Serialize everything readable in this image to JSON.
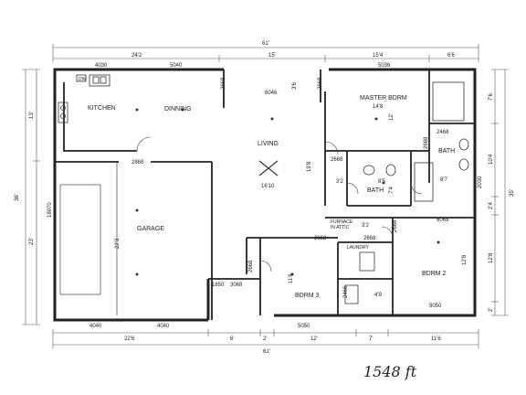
{
  "rooms": {
    "kitchen": "KITCHEN",
    "dinning": "DINNING",
    "living": "LIVING",
    "master": "MASTER BDRM",
    "master_size": "14'8",
    "bath1": "BATH",
    "bath2": "BATH",
    "garage": "GARAGE",
    "bdrm2": "BDRM 2",
    "bdrm3": "BDRM 3",
    "laundry": "LAUNDRY",
    "furnace_a": "FURNACE",
    "furnace_b": "IN ATTIC",
    "dw": "DW"
  },
  "dims": {
    "top_total": "61'",
    "top_left": "24'2",
    "top_mid": "15'",
    "top_right1": "15'4",
    "top_right2": "6'6",
    "win_4030": "4030",
    "win_5040": "5040",
    "win_6046": "6046",
    "win_5036": "5036",
    "door_2668_a": "2668",
    "h_3_6": "3'6",
    "door_2668_b": "2668",
    "m_12": "12'",
    "door_2468": "2468",
    "door_2668_c": "2668",
    "bath_8_7": "8'7",
    "door_2868": "2868",
    "liv_19_8": "19'8",
    "liv_16_10": "16'10",
    "door_2668_d": "2668",
    "b_3_2a": "3'2",
    "b_8_5": "8'5",
    "b_7_4": "7'4",
    "b_3_2b": "3'2",
    "door_2668_e": "2668",
    "door_2668_f": "2668",
    "door_2668_g": "2668",
    "win_6068": "6068",
    "gar_22_3": "22'3",
    "gar_18070": "18070",
    "door_2668_h": "2668",
    "b3_11_6": "11'6",
    "b2_12_8": "12'8",
    "n_4_9": "4'9",
    "d_2466": "2466",
    "win_1850": "1850",
    "win_3068": "3068",
    "win_5050_a": "5050",
    "win_5050_b": "5050",
    "win_4040_a": "4040",
    "win_4040_b": "4040",
    "bot_total": "61'",
    "bot_1": "22'6",
    "bot_2": "6'",
    "bot_3": "2'",
    "bot_4": "12'",
    "bot_5": "7'",
    "bot_6": "11'6",
    "left_total": "36'",
    "left_1": "13'",
    "left_2": "23'",
    "right_total": "35'",
    "right_1": "7'6",
    "right_2": "10'4",
    "right_3": "2'4",
    "right_4": "12'8",
    "right_5": "2'",
    "r_2030": "2030",
    "handwritten": "1548 ft"
  }
}
